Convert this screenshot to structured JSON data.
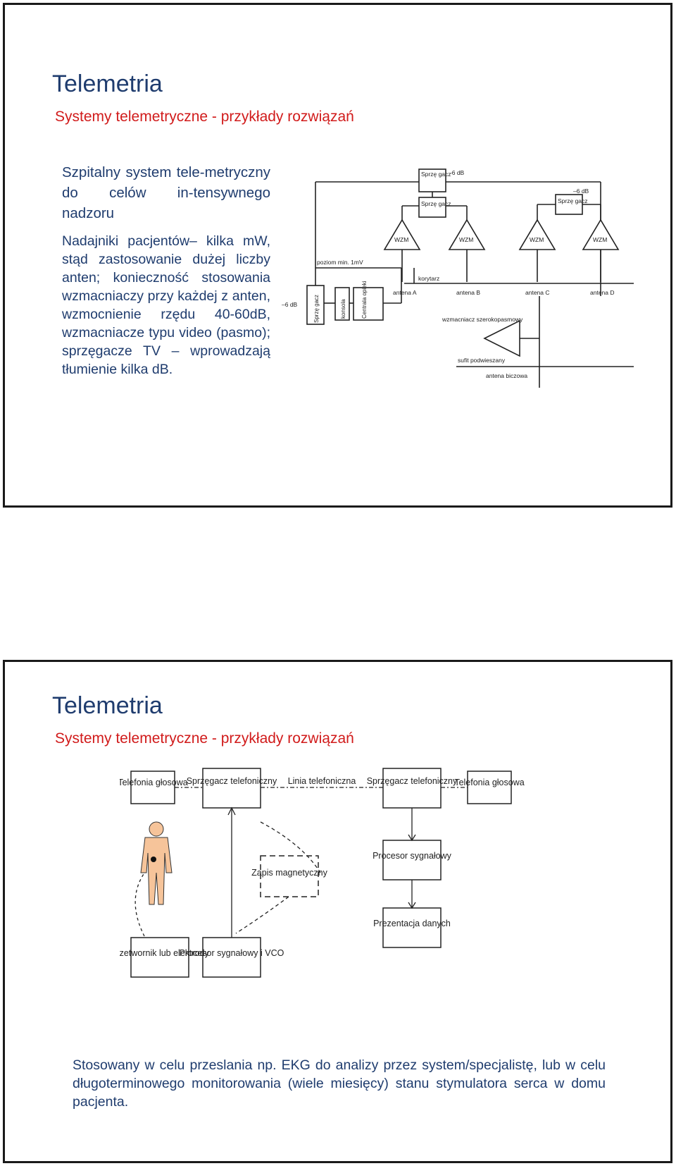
{
  "slide1": {
    "title": "Telemetria",
    "subtitle": "Systemy telemetryczne - przykłady rozwiązań",
    "heading": "Szpitalny system tele-metryczny do celów in-tensywnego nadzoru",
    "body": "Nadajniki pacjentów– kilka mW, stąd zastosowanie dużej liczby anten; konieczność stosowania wzmacniaczy przy każdej z anten, wzmocnienie rzędu 40-60dB, wzmacniacze typu video (pasmo); sprzęgacze TV – wprowadzają tłumienie kilka dB.",
    "diagram": {
      "coupler": "Sprzę gacz",
      "db6": "–6 dB",
      "wzm": "WZM",
      "level": "poziom min. 1mV",
      "corridor": "korytarz",
      "console": "konsola",
      "central": "Centrala opieki",
      "antennas": [
        "antena A",
        "antena B",
        "antena C",
        "antena D"
      ],
      "wideband": "wzmacniacz szerokopasmowy",
      "ceiling": "sufit podwieszany",
      "biconical": "antena biczowa"
    }
  },
  "slide2": {
    "title": "Telemetria",
    "subtitle": "Systemy telemetryczne - przykłady rozwiązań",
    "diagram": {
      "phone_left": "Telefonia głosowa",
      "coupler_left": "Sprzęgacz telefoniczny",
      "phone_line": "Linia telefoniczna",
      "coupler_right": "Sprzęgacz telefoniczny",
      "phone_right": "Telefonia głosowa",
      "recording": "Zapis magnetyczny",
      "processor": "Procesor sygnałowy",
      "presentation": "Prezentacja danych",
      "transducer": "Przetwornik lub elektrody",
      "processor_vco": "Procesor sygnałowy i VCO"
    },
    "caption": "Stosowany w celu przeslania np. EKG do analizy przez system/specjalistę, lub w celu długoterminowego monitorowania (wiele miesięcy) stanu stymulatora serca w domu pacjenta."
  }
}
